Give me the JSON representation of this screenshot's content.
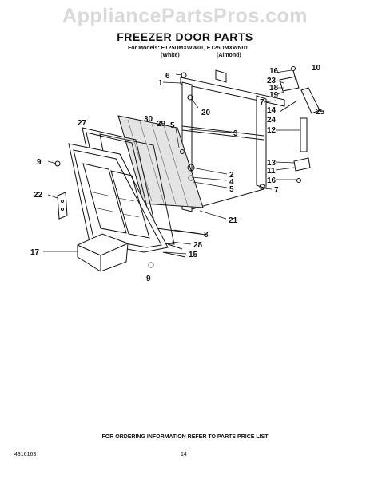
{
  "watermark": "AppliancePartsPros.com",
  "title": "FREEZER DOOR PARTS",
  "models_line": "For Models: ET25DMXWW01, ET25DMXWN01",
  "color_white": "(White)",
  "color_almond": "(Almond)",
  "callouts": [
    "1",
    "2",
    "3",
    "4",
    "5",
    "5",
    "6",
    "7",
    "7",
    "8",
    "9",
    "9",
    "10",
    "11",
    "12",
    "13",
    "14",
    "15",
    "16",
    "16",
    "17",
    "18",
    "19",
    "20",
    "21",
    "22",
    "23",
    "24",
    "25",
    "27",
    "28",
    "29",
    "30"
  ],
  "footer_note": "FOR ORDERING INFORMATION REFER TO PARTS PRICE LIST",
  "part_number": "4316163",
  "page_number": "14"
}
